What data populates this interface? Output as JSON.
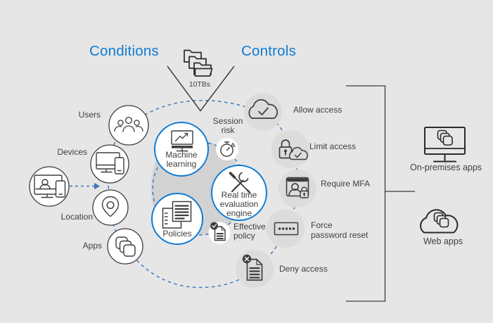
{
  "title_row": {
    "conditions": "Conditions",
    "controls": "Controls"
  },
  "funnel": {
    "label": "10TBs",
    "icon": "folder-stack-icon"
  },
  "conditions_column": {
    "remote_user_icon": "remote-desktop-user-icon",
    "items": [
      {
        "label": "Users",
        "icon": "people-icon"
      },
      {
        "label": "Devices",
        "icon": "monitor-phone-icon"
      },
      {
        "label": "Location",
        "icon": "map-pin-icon"
      },
      {
        "label": "Apps",
        "icon": "stacked-apps-icon"
      }
    ]
  },
  "engine": {
    "machine_learning": {
      "line1": "Machine",
      "line2": "learning",
      "icon": "monitor-trend-icon"
    },
    "session_risk": {
      "line1": "Session",
      "line2": "risk",
      "icon": "stopwatch-icon"
    },
    "real_time_engine": {
      "line1": "Real time",
      "line2": "evaluation",
      "line3": "engine",
      "icon": "tools-icon"
    },
    "policies": {
      "label": "Policies",
      "icon": "documents-icon"
    },
    "effective_policy": {
      "line1": "Effective",
      "line2": "policy",
      "icon": "document-check-icon"
    }
  },
  "controls_column": {
    "items": [
      {
        "label": "Allow access",
        "icon": "cloud-check-icon"
      },
      {
        "label": "Limit access",
        "icon": "lock-cloud-icon"
      },
      {
        "label": "Require MFA",
        "icon": "window-user-lock-icon"
      },
      {
        "line1": "Force",
        "line2": "password reset",
        "icon": "password-dots-icon"
      },
      {
        "label": "Deny access",
        "icon": "document-x-icon"
      }
    ]
  },
  "apps_column": {
    "on_premises": {
      "label": "On-premises apps",
      "icon": "monitor-apps-icon"
    },
    "web": {
      "label": "Web apps",
      "icon": "cloud-apps-icon"
    }
  },
  "colors": {
    "background": "#e6e6e6",
    "accent_blue": "#0f7bd4",
    "dashed_blue": "#3b79c0",
    "blob_gray": "#d2d2d2",
    "node_gray": "#dcdcdc",
    "stroke_dark": "#3d3d3d",
    "label_gray": "#3f3f3f"
  }
}
